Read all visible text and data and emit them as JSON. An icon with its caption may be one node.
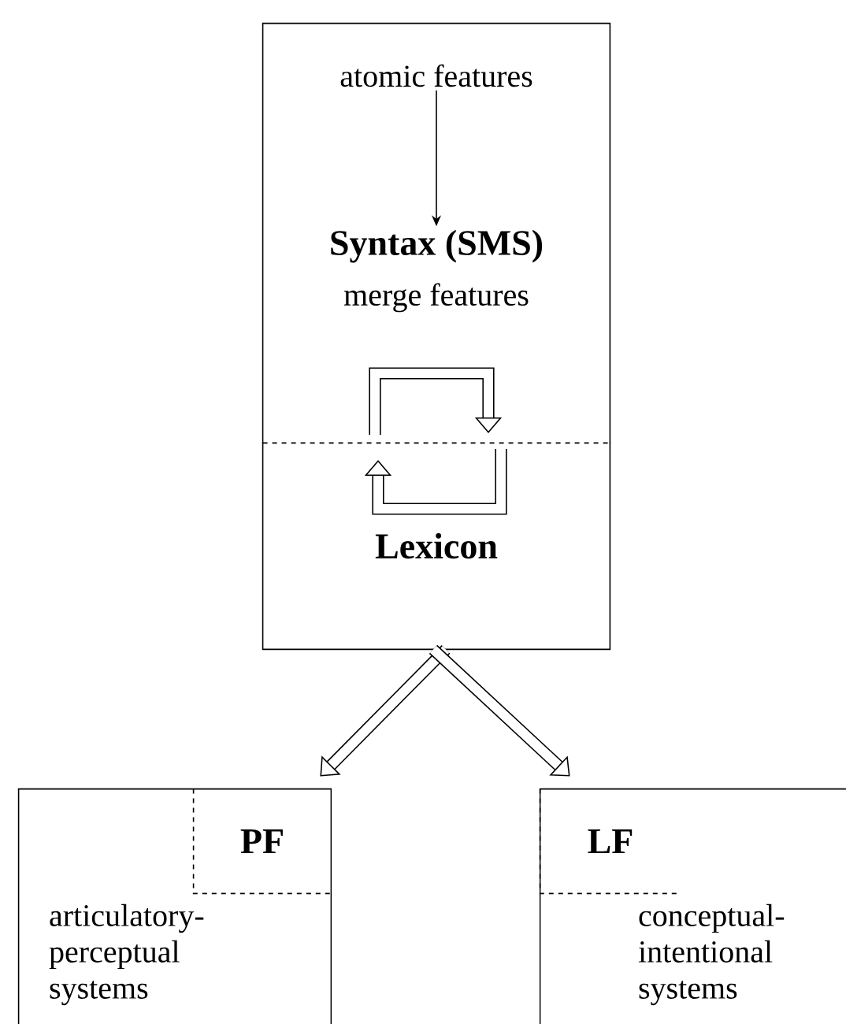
{
  "diagram": {
    "nodes": [
      {
        "text": [],
        "shape": "box"
      },
      {
        "text": [
          "atomic features"
        ],
        "in": 0
      },
      {
        "text": [
          "Syntax (SMS)",
          "merge features"
        ],
        "in": 0
      },
      {
        "text": [
          "Lexicon"
        ]
      },
      {
        "text": [
          "articulatory-perceptual systems"
        ]
      },
      {
        "text": [
          "PF"
        ],
        "in": 4
      },
      {
        "text": [
          "conceptual-intentional systems"
        ]
      },
      {
        "text": [
          "LF"
        ],
        "in": 6
      }
    ],
    "edges": [
      {
        "from": 1,
        "to": 2,
        "arrow": "to"
      },
      {
        "from": 3,
        "to": 4,
        "arrow": "to"
      },
      {
        "from": 3,
        "to": 6,
        "arrow": "to"
      }
    ]
  }
}
